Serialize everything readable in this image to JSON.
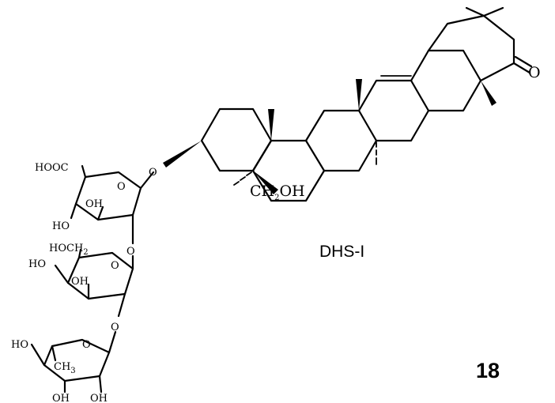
{
  "compound": {
    "name": "DHS-I",
    "number": "18"
  },
  "labels": {
    "ketone_o": "O",
    "ch2oh": "CH",
    "ch2oh_sub": "2",
    "ch2oh_tail": "OH",
    "glycosidic_o1": "O",
    "glycosidic_o2": "O",
    "glycosidic_o3": "O",
    "ring_o1": "O",
    "ring_o2": "O",
    "ring_o3": "O",
    "hooc": "HOOC",
    "oh_1": "OH",
    "ho_1": "HO",
    "hoch2": "HOCH",
    "hoch2_sub": "2",
    "ho_2": "HO",
    "oh_2": "OH",
    "ho_3": "HO",
    "ch3": "CH",
    "ch3_sub": "3",
    "oh_3": "OH",
    "oh_4": "OH"
  }
}
